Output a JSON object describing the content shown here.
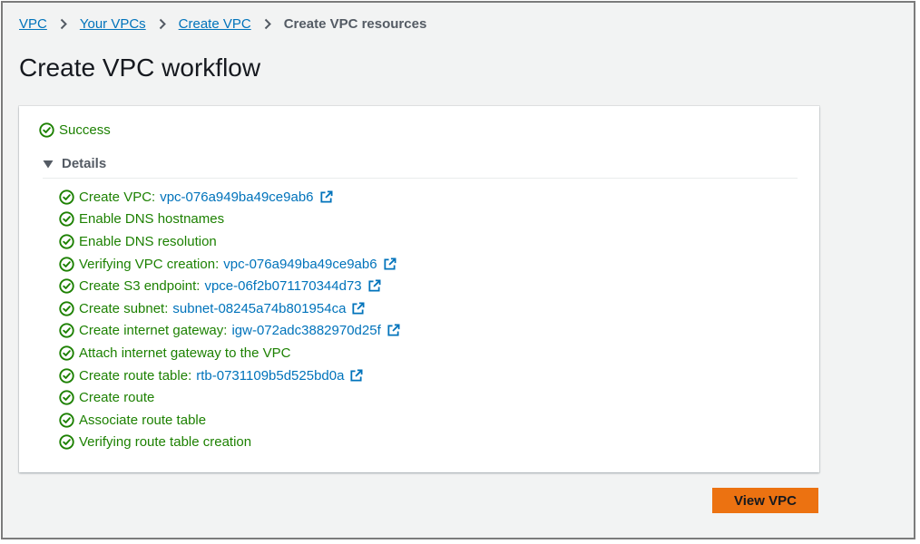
{
  "breadcrumb": {
    "items": [
      "VPC",
      "Your VPCs",
      "Create VPC"
    ],
    "current": "Create VPC resources"
  },
  "page": {
    "title": "Create VPC workflow"
  },
  "status": {
    "label": "Success",
    "color": "#1d8102"
  },
  "details": {
    "label": "Details",
    "expanded": true
  },
  "steps": [
    {
      "text": "Create VPC:",
      "link": "vpc-076a949ba49ce9ab6"
    },
    {
      "text": "Enable DNS hostnames",
      "link": ""
    },
    {
      "text": "Enable DNS resolution",
      "link": ""
    },
    {
      "text": "Verifying VPC creation:",
      "link": "vpc-076a949ba49ce9ab6"
    },
    {
      "text": "Create S3 endpoint:",
      "link": "vpce-06f2b071170344d73"
    },
    {
      "text": "Create subnet:",
      "link": "subnet-08245a74b801954ca"
    },
    {
      "text": "Create internet gateway:",
      "link": "igw-072adc3882970d25f"
    },
    {
      "text": "Attach internet gateway to the VPC",
      "link": ""
    },
    {
      "text": "Create route table:",
      "link": "rtb-0731109b5d525bd0a"
    },
    {
      "text": "Create route",
      "link": ""
    },
    {
      "text": "Associate route table",
      "link": ""
    },
    {
      "text": "Verifying route table creation",
      "link": ""
    }
  ],
  "actions": {
    "view_vpc": "View VPC"
  },
  "colors": {
    "accent": "#ec7211",
    "link": "#0073bb",
    "success": "#1d8102"
  },
  "icons": {
    "status": "check-circle-icon",
    "external": "external-link-icon",
    "expand": "caret-down-icon",
    "separator": "chevron-right-icon"
  }
}
